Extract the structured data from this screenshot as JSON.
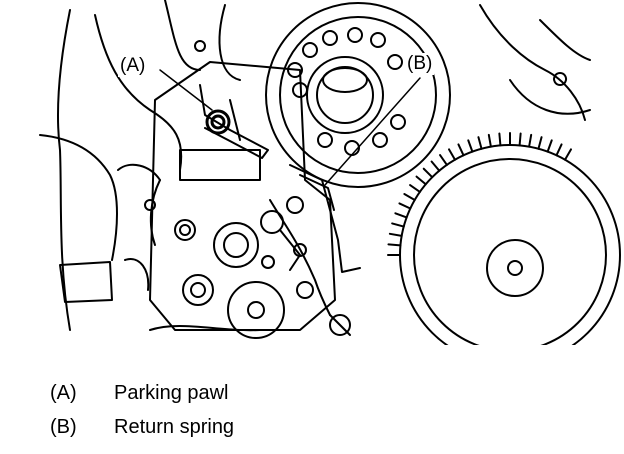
{
  "callouts": {
    "a": "(A)",
    "b": "(B)"
  },
  "legend": [
    {
      "key": "(A)",
      "text": "Parking pawl"
    },
    {
      "key": "(B)",
      "text": "Return spring"
    }
  ],
  "colors": {
    "ink": "#000000",
    "paper": "#ffffff"
  }
}
